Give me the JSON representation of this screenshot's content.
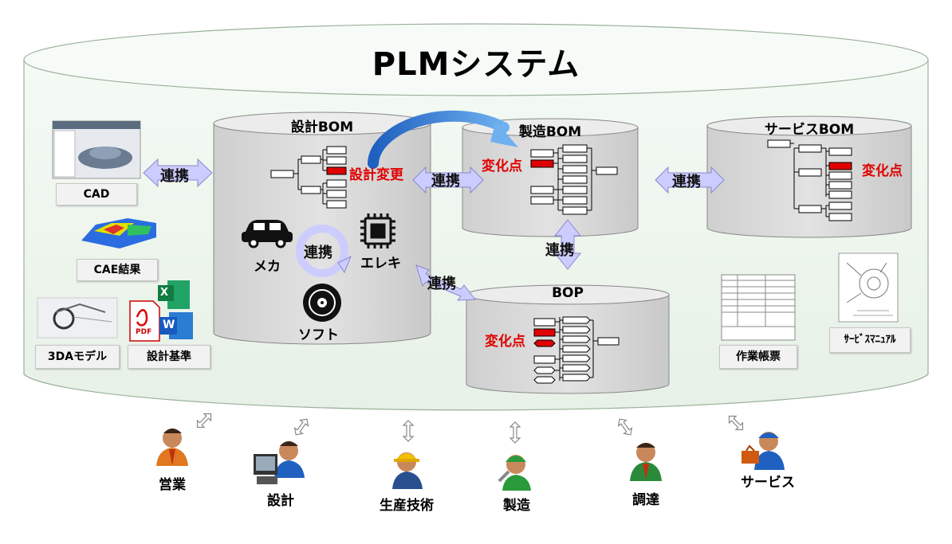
{
  "title": "PLMシステム",
  "databases": {
    "design_bom": "設計BOM",
    "mfg_bom": "製造BOM",
    "service_bom": "サービスBOM",
    "bop": "BOP"
  },
  "labels": {
    "design_change": "設計変更",
    "change_point": "変化点",
    "link": "連携",
    "mecha": "メカ",
    "elec": "エレキ",
    "soft": "ソフト"
  },
  "left_items": {
    "cad": "CAD",
    "cae": "CAE結果",
    "model3da": "3DAモデル",
    "design_std": "設計基準",
    "pdf": "PDF",
    "excel": "X",
    "word": "W"
  },
  "right_items": {
    "work_sheet": "作業帳票",
    "service_manual": "ｻｰﾋﾞｽﾏﾆｭｱﾙ"
  },
  "people": [
    {
      "label": "営業"
    },
    {
      "label": "設計"
    },
    {
      "label": "生産技術"
    },
    {
      "label": "製造"
    },
    {
      "label": "調達"
    },
    {
      "label": "サービス"
    }
  ],
  "colors": {
    "big_cylinder_fill": "#eef5ee",
    "db_fill": "#d9d9d9",
    "arrow_fill": "#ccccff",
    "curve_arrow": "#3b7fd9",
    "highlight": "#e00000"
  }
}
